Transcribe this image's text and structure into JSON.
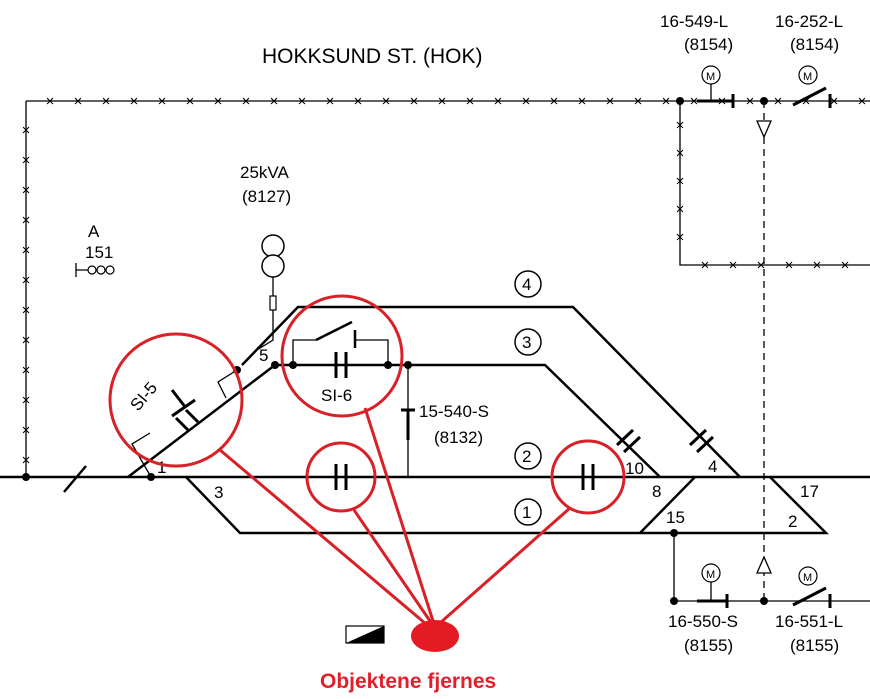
{
  "title": "HOKKSUND ST. (HOK)",
  "transformer": {
    "rating": "25kVA",
    "ref": "(8127)"
  },
  "feeder": {
    "id": "A",
    "number": "151"
  },
  "switches": {
    "top_left": {
      "id": "16-549-L",
      "ref": "(8154)"
    },
    "top_right": {
      "id": "16-252-L",
      "ref": "(8154)"
    },
    "bottom_left": {
      "id": "16-550-S",
      "ref": "(8155)"
    },
    "bottom_right": {
      "id": "16-551-L",
      "ref": "(8155)"
    },
    "center": {
      "id": "15-540-S",
      "ref": "(8132)"
    }
  },
  "sections": {
    "si5": "SI-5",
    "si6": "SI-6"
  },
  "tracks": [
    "1",
    "2",
    "3",
    "4"
  ],
  "switch_numbers": [
    "1",
    "3",
    "5",
    "10",
    "4",
    "8",
    "15",
    "17",
    "2"
  ],
  "motor_symbol": "M",
  "annotation": "Objektene fjernes",
  "colors": {
    "highlight": "#d82027",
    "line": "#000000"
  }
}
